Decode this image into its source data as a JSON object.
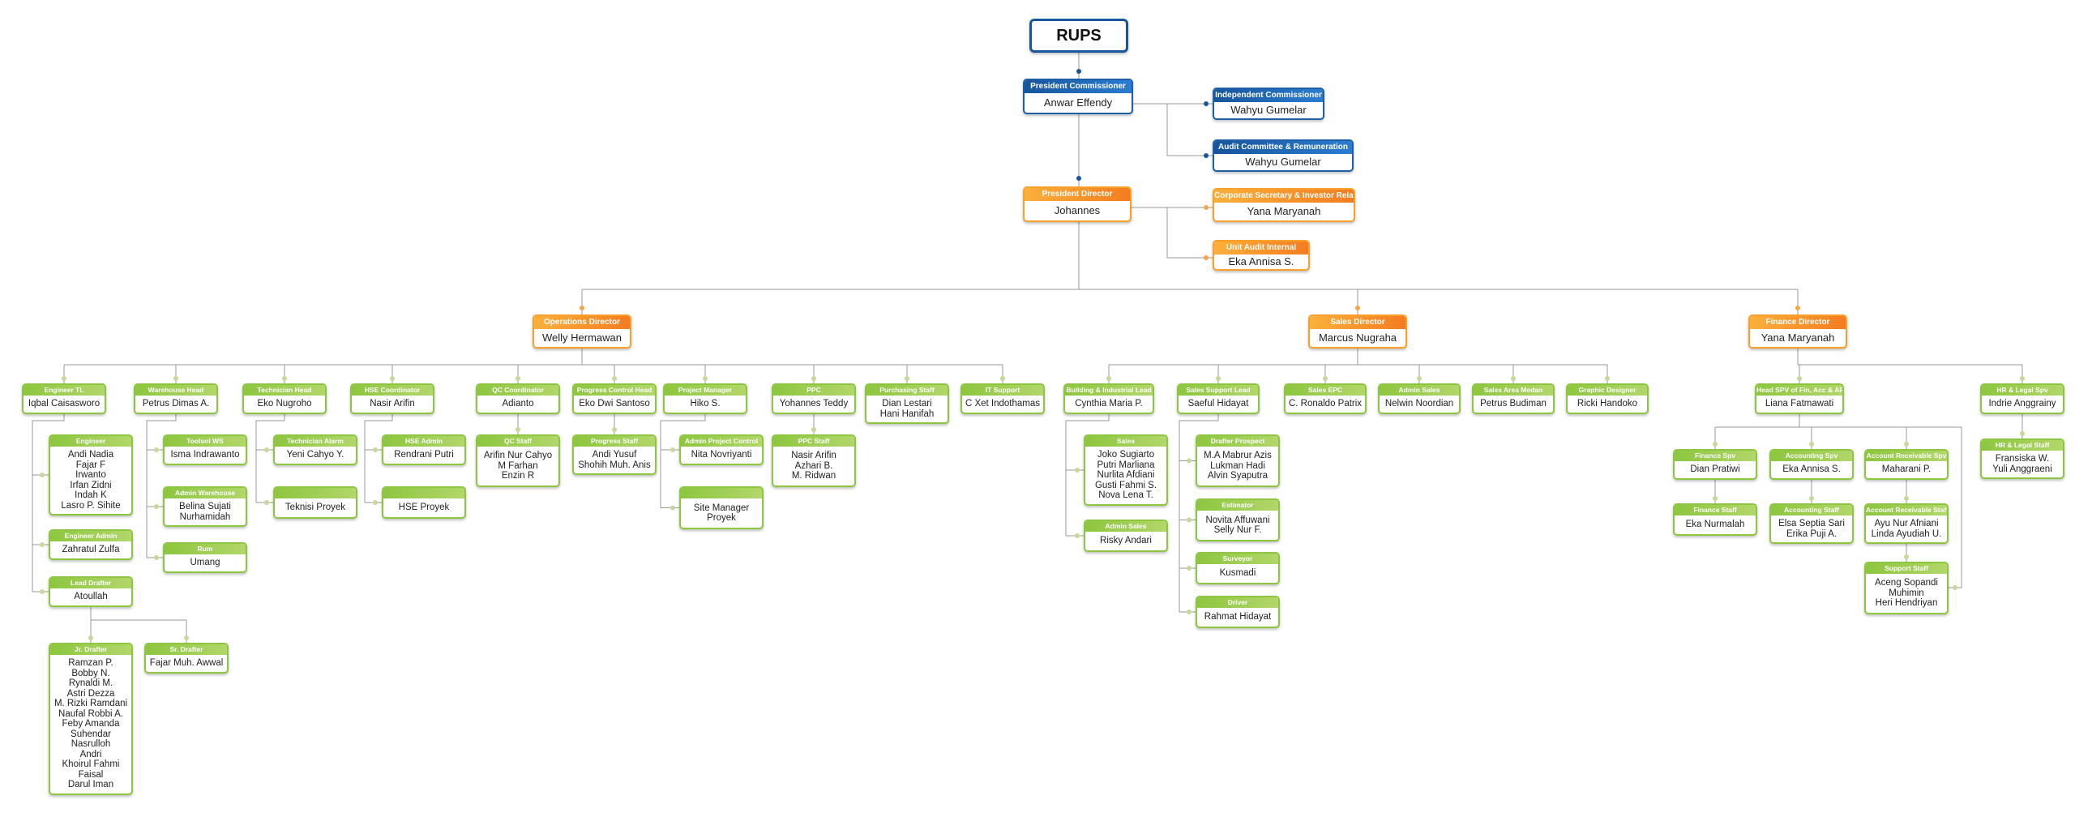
{
  "root": {
    "label": "RUPS"
  },
  "nodes": [
    {
      "id": "pcom",
      "title": "President Commissioner",
      "name": "Anwar Effendy",
      "color": "blue"
    },
    {
      "id": "indcom",
      "title": "Independent Commissioner",
      "name": "Wahyu Gumelar",
      "color": "blue"
    },
    {
      "id": "audcom",
      "title": "Audit Committee & Remuneration",
      "name": "Wahyu Gumelar",
      "color": "blue"
    },
    {
      "id": "pdir",
      "title": "President Director",
      "name": "Johannes",
      "color": "orange"
    },
    {
      "id": "corsec",
      "title": "Corporate Secretary & Investor Relation",
      "name": "Yana Maryanah",
      "color": "orange"
    },
    {
      "id": "uai",
      "title": "Unit Audit Internal",
      "name": "Eka Annisa S.",
      "color": "orange"
    },
    {
      "id": "opsdir",
      "title": "Operations Director",
      "name": "Welly Hermawan",
      "color": "orange"
    },
    {
      "id": "salesdir",
      "title": "Sales Director",
      "name": "Marcus Nugraha",
      "color": "orange"
    },
    {
      "id": "findir",
      "title": "Finance Director",
      "name": "Yana Maryanah",
      "color": "orange"
    },
    {
      "id": "engtl",
      "title": "Engineer TL",
      "name": "Iqbal Caisasworo",
      "color": "green"
    },
    {
      "id": "whead",
      "title": "Warehouse Head",
      "name": "Petrus Dimas A.",
      "color": "green"
    },
    {
      "id": "techhead",
      "title": "Technician Head",
      "name": "Eko Nugroho",
      "color": "green"
    },
    {
      "id": "hsecoord",
      "title": "HSE Coordinator",
      "name": "Nasir Arifin",
      "color": "green"
    },
    {
      "id": "qccoord",
      "title": "QC Coordinator",
      "name": "Adianto",
      "color": "green"
    },
    {
      "id": "pch",
      "title": "Progress Control Head",
      "name": "Eko Dwi Santoso",
      "color": "green"
    },
    {
      "id": "pm",
      "title": "Project Manager",
      "name": "Hiko S.",
      "color": "green"
    },
    {
      "id": "ppc",
      "title": "PPC",
      "name": "Yohannes Teddy",
      "color": "green"
    },
    {
      "id": "purch",
      "title": "Purchasing Staff",
      "name": "Dian Lestari\nHani Hanifah",
      "color": "green"
    },
    {
      "id": "itsup",
      "title": "IT Support",
      "name": "C Xet Indothamas",
      "color": "green"
    },
    {
      "id": "engineer",
      "title": "Engineer",
      "name": "Andi Nadia\nFajar F\nIrwanto\nIrfan Zidni\nIndah K\nLasro P. Sihite",
      "color": "green"
    },
    {
      "id": "engadmin",
      "title": "Engineer Admin",
      "name": "Zahratul Zulfa",
      "color": "green"
    },
    {
      "id": "leaddraft",
      "title": "Lead Drafter",
      "name": "Atoullah",
      "color": "green"
    },
    {
      "id": "jrdraft",
      "title": "Jr. Drafter",
      "name": "Ramzan P.\nBobby N.\nRynaldi M.\nAstri Dezza\nM. Rizki Ramdani\nNaufal Robbi A.\nFeby Amanda\nSuhendar\nNasrulloh\nAndri\nKhoirul Fahmi\nFaisal\nDarul Iman",
      "color": "green"
    },
    {
      "id": "srdraft",
      "title": "Sr. Drafter",
      "name": "Fajar Muh. Awwal",
      "color": "green"
    },
    {
      "id": "toolws",
      "title": "Toolsol WS",
      "name": "Isma Indrawanto",
      "color": "green"
    },
    {
      "id": "adminwh",
      "title": "Admin Warehouse",
      "name": "Belina Sujati\nNurhamidah",
      "color": "green"
    },
    {
      "id": "rum",
      "title": "Rum",
      "name": "Umang",
      "color": "green"
    },
    {
      "id": "techalarm",
      "title": "Technician Alarm",
      "name": "Yeni Cahyo Y.",
      "color": "green"
    },
    {
      "id": "teknisi",
      "title": "",
      "name": "Teknisi Proyek",
      "color": "green"
    },
    {
      "id": "hseadmin",
      "title": "HSE Admin",
      "name": "Rendrani Putri",
      "color": "green"
    },
    {
      "id": "hseproyek",
      "title": "",
      "name": "HSE Proyek",
      "color": "green"
    },
    {
      "id": "qcstaff",
      "title": "QC Staff",
      "name": "Arifin Nur Cahyo\nM Farhan\nEnzin R",
      "color": "green"
    },
    {
      "id": "progstaff",
      "title": "Progress Staff",
      "name": "Andi Yusuf\nShohih Muh. Anis",
      "color": "green"
    },
    {
      "id": "adminpc",
      "title": "Admin Project Control",
      "name": "Nita Novriyanti",
      "color": "green"
    },
    {
      "id": "sitemgr",
      "title": "",
      "name": "Site Manager\nProyek",
      "color": "green"
    },
    {
      "id": "ppcstaff",
      "title": "PPC Staff",
      "name": "Nasir Arifin\nAzhari B.\nM. Ridwan",
      "color": "green"
    },
    {
      "id": "bil",
      "title": "Building & Industrial Lead",
      "name": "Cynthia Maria P.",
      "color": "green"
    },
    {
      "id": "ssl",
      "title": "Sales Support Lead",
      "name": "Saeful Hidayat",
      "color": "green"
    },
    {
      "id": "salesepc",
      "title": "Sales EPC",
      "name": "C. Ronaldo Patrix",
      "color": "green"
    },
    {
      "id": "adminsales",
      "title": "Admin Sales",
      "name": "Nelwin Noordian",
      "color": "green"
    },
    {
      "id": "salesmedan",
      "title": "Sales Area Medan",
      "name": "Petrus Budiman",
      "color": "green"
    },
    {
      "id": "graphic",
      "title": "Graphic Designer",
      "name": "Ricki Handoko",
      "color": "green"
    },
    {
      "id": "sales",
      "title": "Sales",
      "name": "Joko Sugiarto\nPutri Marliana\nNurlita Afdiani\nGusti Fahmi S.\nNova Lena T.",
      "color": "green"
    },
    {
      "id": "adminsales2",
      "title": "Admin Sales",
      "name": "Risky Andari",
      "color": "green"
    },
    {
      "id": "drafprosp",
      "title": "Drafter Prospect",
      "name": "M.A Mabrur Azis\nLukman Hadi\nAlvin Syaputra",
      "color": "green"
    },
    {
      "id": "estimator",
      "title": "Estimator",
      "name": "Novita Affuwani\nSelly Nur F.",
      "color": "green"
    },
    {
      "id": "surveyor",
      "title": "Surveyor",
      "name": "Kusmadi",
      "color": "green"
    },
    {
      "id": "driver",
      "title": "Driver",
      "name": "Rahmat Hidayat",
      "color": "green"
    },
    {
      "id": "headspv",
      "title": "Head SPV of Fin, Acc & AR",
      "name": "Liana Fatmawati",
      "color": "green"
    },
    {
      "id": "hrlegalspv",
      "title": "HR & Legal Spv",
      "name": "Indrie Anggrainy",
      "color": "green"
    },
    {
      "id": "hrlegalstaff",
      "title": "HR & Legal Staff",
      "name": "Fransiska W.\nYuli Anggraeni",
      "color": "green"
    },
    {
      "id": "finspv",
      "title": "Finance Spv",
      "name": "Dian Pratiwi",
      "color": "green"
    },
    {
      "id": "finstaff",
      "title": "Finance Staff",
      "name": "Eka Nurmalah",
      "color": "green"
    },
    {
      "id": "accspv",
      "title": "Accounting Spv",
      "name": "Eka Annisa S.",
      "color": "green"
    },
    {
      "id": "accstaff",
      "title": "Accounting Staff",
      "name": "Elsa Septia Sari\nErika Puji A.",
      "color": "green"
    },
    {
      "id": "arspv",
      "title": "Account Receivable Spv",
      "name": "Maharani P.",
      "color": "green"
    },
    {
      "id": "arstaff",
      "title": "Account Receivable Staff",
      "name": "Ayu Nur Afniani\nLinda Ayudiah U.",
      "color": "green"
    },
    {
      "id": "support",
      "title": "Support Staff",
      "name": "Aceng Sopandi\nMuhimin\nHeri Hendriyan",
      "color": "green"
    }
  ]
}
